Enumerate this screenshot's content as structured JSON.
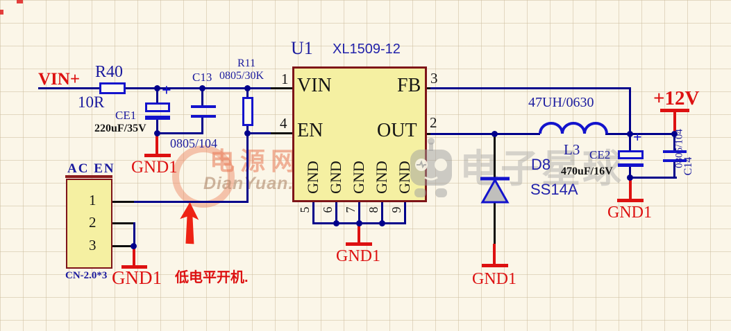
{
  "schematic": {
    "power": {
      "vin_label": "VIN+",
      "v12_label": "+12V",
      "gnd_label": "GND1"
    },
    "note": {
      "enable_note": "低电平开机."
    },
    "components": {
      "r40": {
        "name": "R40",
        "value": "10R"
      },
      "r11": {
        "name": "R11",
        "value": "0805/30K"
      },
      "ce1": {
        "name": "CE1",
        "value": "220uF/35V",
        "polarity": "+"
      },
      "c13": {
        "name": "C13",
        "value": "0805/104"
      },
      "l3": {
        "name": "L3",
        "value": "47UH/0630"
      },
      "d8": {
        "name": "D8",
        "value": "SS14A"
      },
      "ce2": {
        "name": "CE2",
        "value": "470uF/16V",
        "polarity": "+"
      },
      "c14": {
        "name": "C14",
        "value": "0805/104"
      },
      "u1": {
        "ref": "U1",
        "part": "XL1509-12",
        "pin_names": {
          "vin": "VIN",
          "en": "EN",
          "fb": "FB",
          "out": "OUT",
          "gnd": "GND"
        },
        "pin_numbers": {
          "vin": "1",
          "en": "4",
          "fb": "3",
          "out": "2"
        },
        "bottom_pins": [
          "5",
          "6",
          "7",
          "8",
          "9"
        ]
      },
      "cn1": {
        "title": "AC EN",
        "value": "CN-2.0*3",
        "pins": [
          "1",
          "2",
          "3"
        ]
      }
    },
    "watermarks": {
      "dianyuan_cn": "电源网",
      "dianyuan_en": "DianYuan.com",
      "star_cn": "电子星球"
    }
  },
  "colors": {
    "wire": "#00008B",
    "component_blue": "#1313CC",
    "accent_red": "#DD1111",
    "chip_fill": "#F5F0A2",
    "chip_border": "#7E1418",
    "label_navy": "#1A1A9E",
    "watermark_orange": "#E87855",
    "watermark_gray": "#9E9E9E"
  }
}
